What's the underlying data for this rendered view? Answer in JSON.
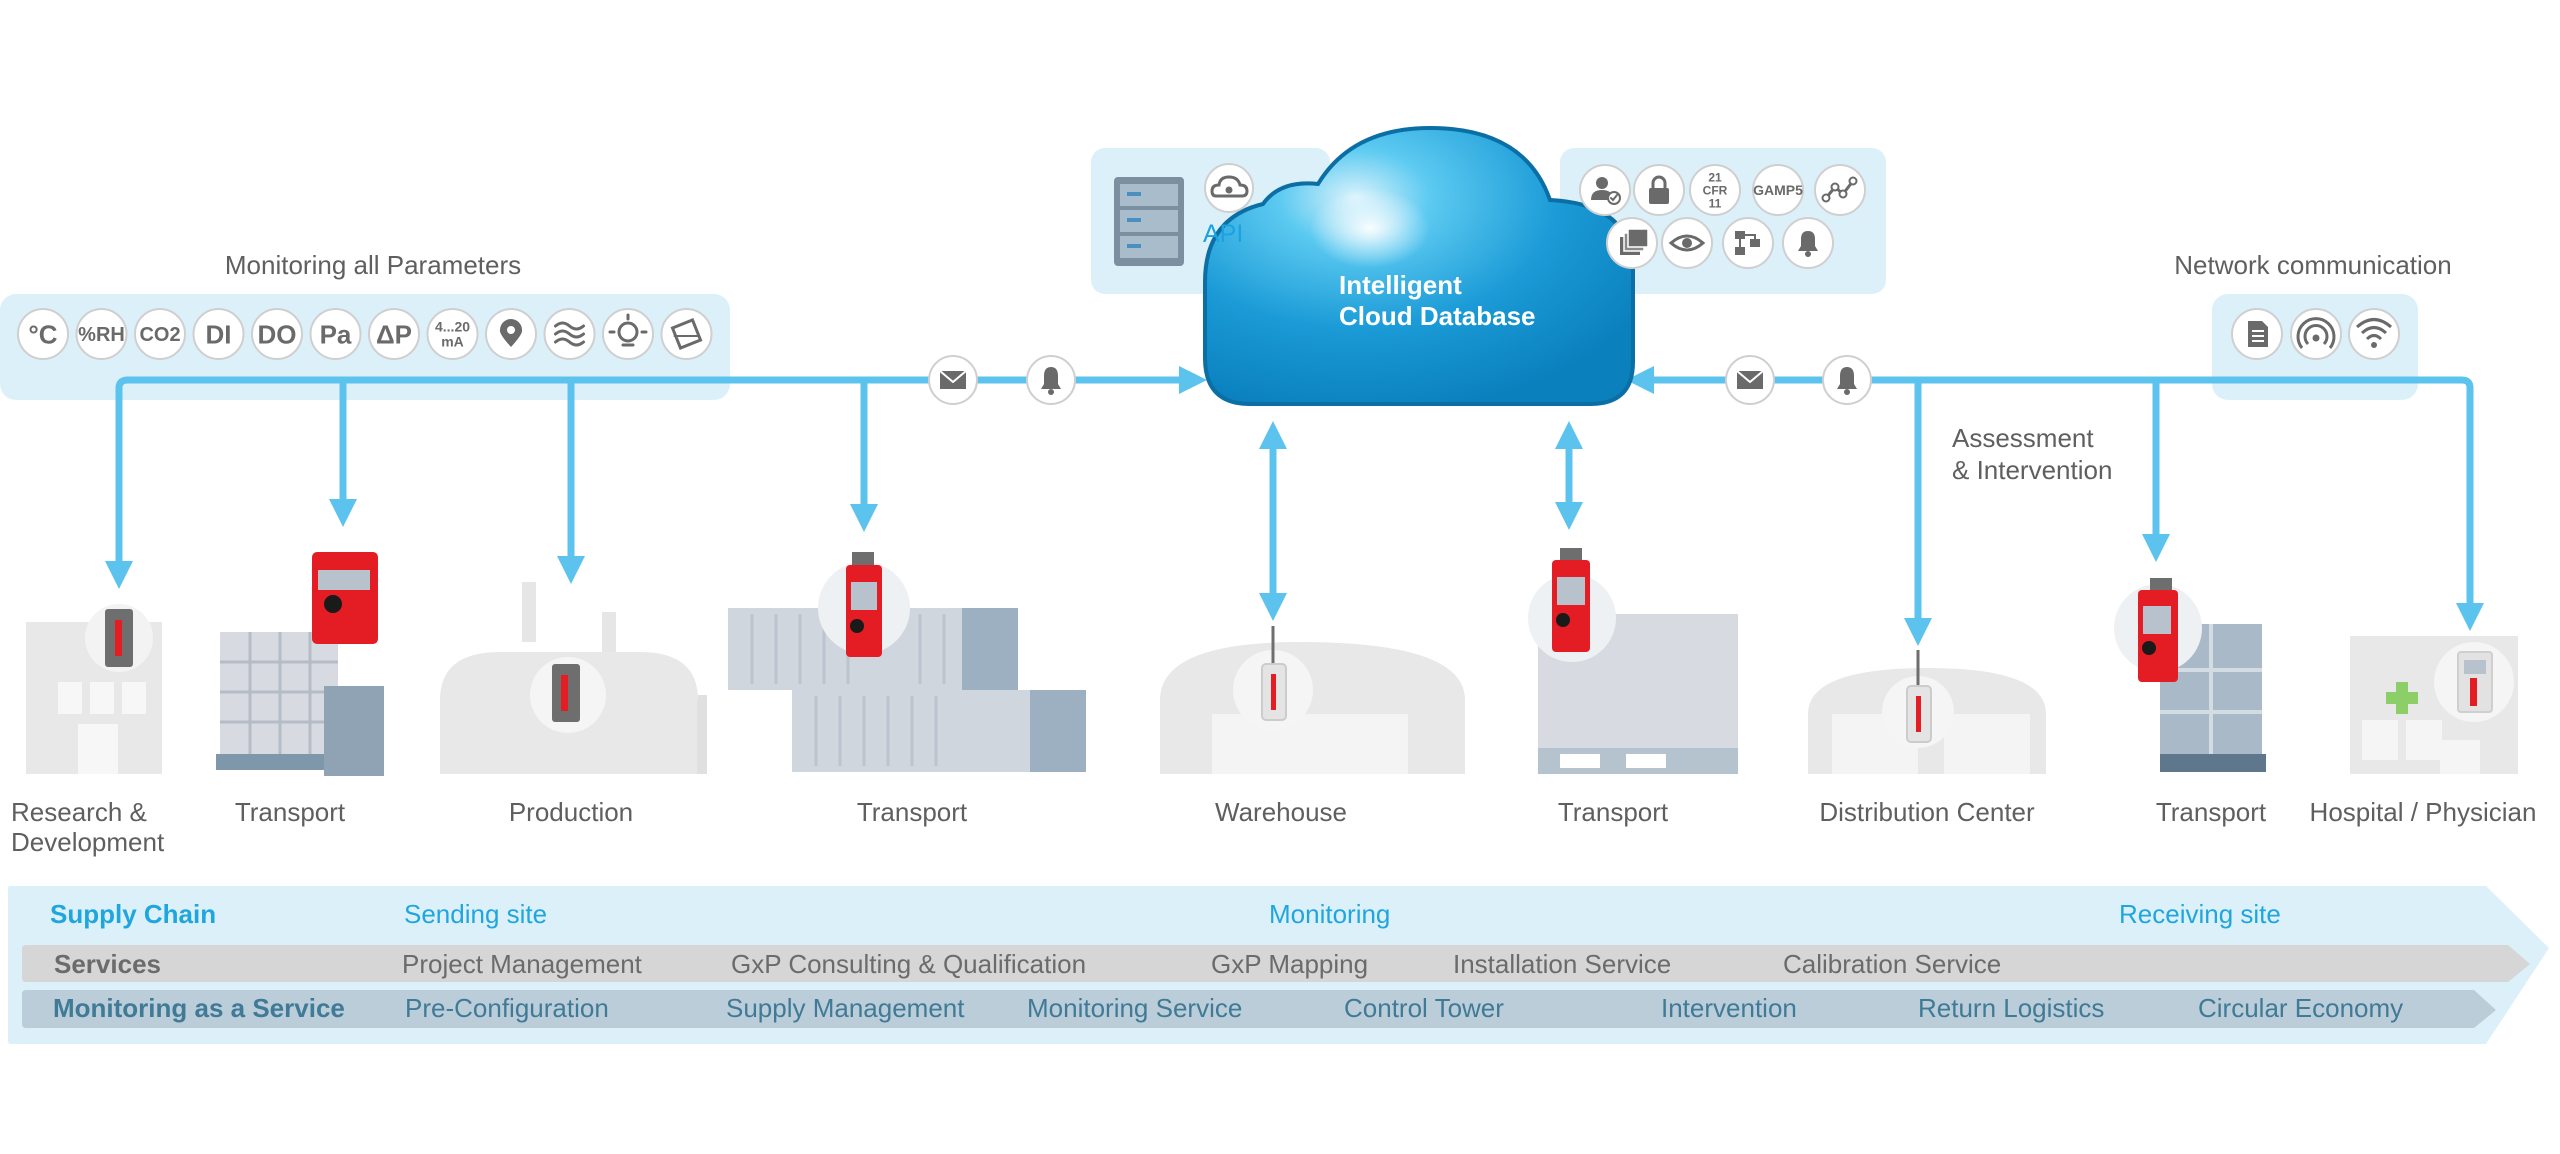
{
  "parameters": {
    "label": "Monitoring all Parameters",
    "icons": [
      {
        "name": "temperature-icon",
        "text": "°C"
      },
      {
        "name": "humidity-icon",
        "text": "%RH"
      },
      {
        "name": "co2-icon",
        "text": "CO2"
      },
      {
        "name": "di-icon",
        "text": "DI"
      },
      {
        "name": "do-icon",
        "text": "DO"
      },
      {
        "name": "pressure-icon",
        "text": "Pa"
      },
      {
        "name": "differential-pressure-icon",
        "text": "ΔP"
      },
      {
        "name": "current-signal-icon",
        "text": "4...20 mA"
      },
      {
        "name": "location-pin-icon",
        "text": ""
      },
      {
        "name": "airflow-icon",
        "text": ""
      },
      {
        "name": "light-bulb-icon",
        "text": ""
      },
      {
        "name": "tilt-sensor-icon",
        "text": ""
      }
    ]
  },
  "network": {
    "label": "Network communication",
    "icons": [
      "document-icon",
      "radio-signal-icon",
      "wifi-icon"
    ]
  },
  "cloud": {
    "title_line1": "Intelligent",
    "title_line2": "Cloud Database",
    "api_label": "API",
    "compliance_icons": [
      {
        "name": "user-approval-icon",
        "text": ""
      },
      {
        "name": "lock-icon",
        "text": ""
      },
      {
        "name": "cfr-icon",
        "text": "21 CFR 11"
      },
      {
        "name": "gamp-icon",
        "text": "GAMP5"
      },
      {
        "name": "trend-chart-icon",
        "text": ""
      },
      {
        "name": "files-icon",
        "text": ""
      },
      {
        "name": "eye-icon",
        "text": ""
      },
      {
        "name": "workflow-icon",
        "text": ""
      },
      {
        "name": "alarm-bell-icon",
        "text": ""
      }
    ]
  },
  "assessment_label": "Assessment\n& Intervention",
  "locations": [
    {
      "label": "Research &\nDevelopment"
    },
    {
      "label": "Transport"
    },
    {
      "label": "Production"
    },
    {
      "label": "Transport"
    },
    {
      "label": "Warehouse"
    },
    {
      "label": "Transport"
    },
    {
      "label": "Distribution Center"
    },
    {
      "label": "Transport"
    },
    {
      "label": "Hospital / Physician"
    }
  ],
  "bands": {
    "supply_chain": {
      "title": "Supply Chain",
      "items": [
        "Sending site",
        "Monitoring",
        "Receiving site"
      ]
    },
    "services": {
      "title": "Services",
      "items": [
        "Project Management",
        "GxP Consulting & Qualification",
        "GxP Mapping",
        "Installation Service",
        "Calibration Service"
      ]
    },
    "maas": {
      "title": "Monitoring as a Service",
      "items": [
        "Pre-Configuration",
        "Supply Management",
        "Monitoring Service",
        "Control Tower",
        "Intervention",
        "Return Logistics",
        "Circular Economy"
      ]
    }
  },
  "colors": {
    "accent_blue": "#5bc3ee",
    "panel_blue": "#dcf0fa",
    "cloud_dark": "#0a86c2",
    "cloud_light": "#4cc2ee",
    "device_red": "#e41c23",
    "building_gray": "#e6e6e6",
    "text_gray": "#5f5f5f"
  }
}
